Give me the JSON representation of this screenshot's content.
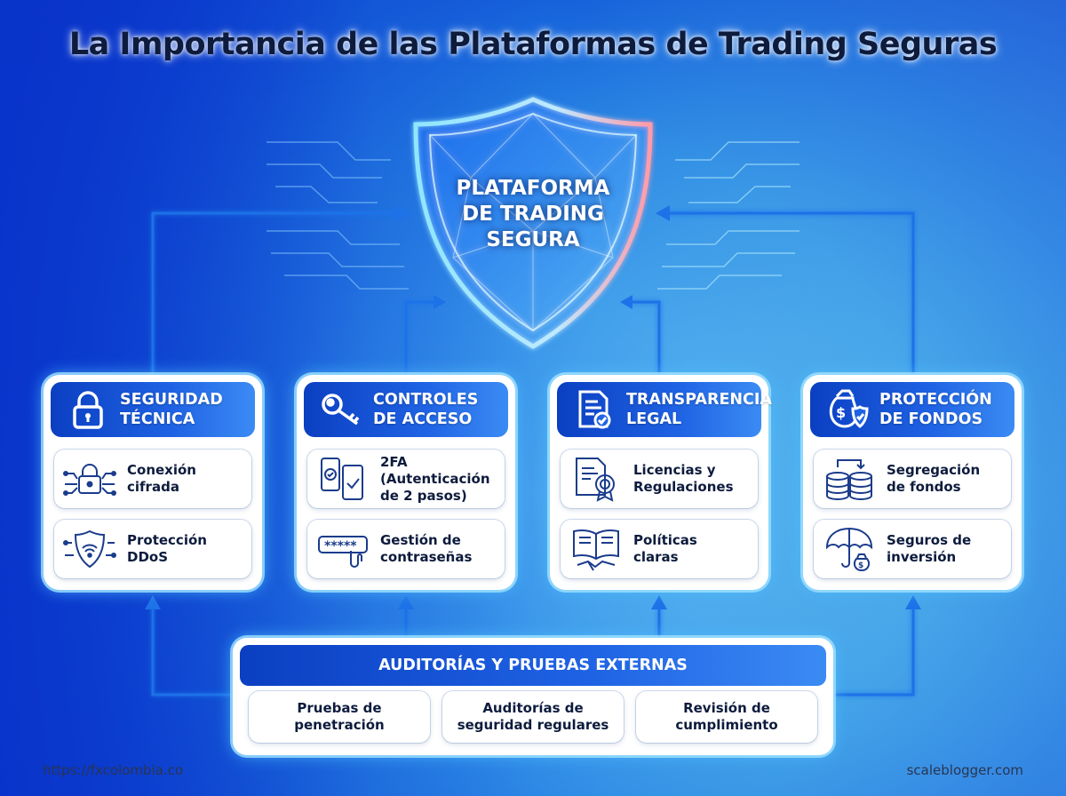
{
  "title": "La Importancia de las Plataformas de Trading Seguras",
  "shield": {
    "line1": "PLATAFORMA",
    "line2": "DE TRADING",
    "line3": "SEGURA"
  },
  "pillars": [
    {
      "title_line1": "SEGURIDAD",
      "title_line2": "TÉCNICA",
      "icon": "padlock-icon",
      "items": [
        {
          "line1": "Conexión",
          "line2": "cifrada",
          "icon": "circuit-lock-icon"
        },
        {
          "line1": "Protección",
          "line2": "DDoS",
          "icon": "wifi-shield-icon"
        }
      ]
    },
    {
      "title_line1": "CONTROLES",
      "title_line2": "DE ACCESO",
      "icon": "key-icon",
      "items": [
        {
          "line1": "2FA",
          "line2": "(Autenticación",
          "line3": "de 2 pasos)",
          "icon": "two-phones-check-icon"
        },
        {
          "line1": "Gestión de",
          "line2": "contraseñas",
          "icon": "password-field-icon"
        }
      ]
    },
    {
      "title_line1": "TRANSPARENCIA",
      "title_line2": "LEGAL",
      "icon": "document-check-icon",
      "items": [
        {
          "line1": "Licencias y",
          "line2": "Regulaciones",
          "icon": "certificate-icon"
        },
        {
          "line1": "Políticas",
          "line2": "claras",
          "icon": "book-handshake-icon"
        }
      ]
    },
    {
      "title_line1": "PROTECCIÓN",
      "title_line2": "DE FONDOS",
      "icon": "money-bag-shield-icon",
      "items": [
        {
          "line1": "Segregación",
          "line2": "de fondos",
          "icon": "coin-stacks-icon"
        },
        {
          "line1": "Seguros de",
          "line2": "inversión",
          "icon": "umbrella-money-icon"
        }
      ]
    }
  ],
  "audit": {
    "title": "AUDITORÍAS Y PRUEBAS EXTERNAS",
    "items": [
      {
        "line1": "Pruebas de",
        "line2": "penetración"
      },
      {
        "line1": "Auditorías de",
        "line2": "seguridad regulares"
      },
      {
        "line1": "Revisión de",
        "line2": "cumplimiento"
      }
    ]
  },
  "footer": {
    "left": "https://fxcolombia.co",
    "right": "scaleblogger.com"
  },
  "colors": {
    "accent_blue": "#1f63e4",
    "dark_navy": "#0d1b3d",
    "arrow_blue": "#1a6fe0",
    "glow": "#7fd8ff"
  }
}
